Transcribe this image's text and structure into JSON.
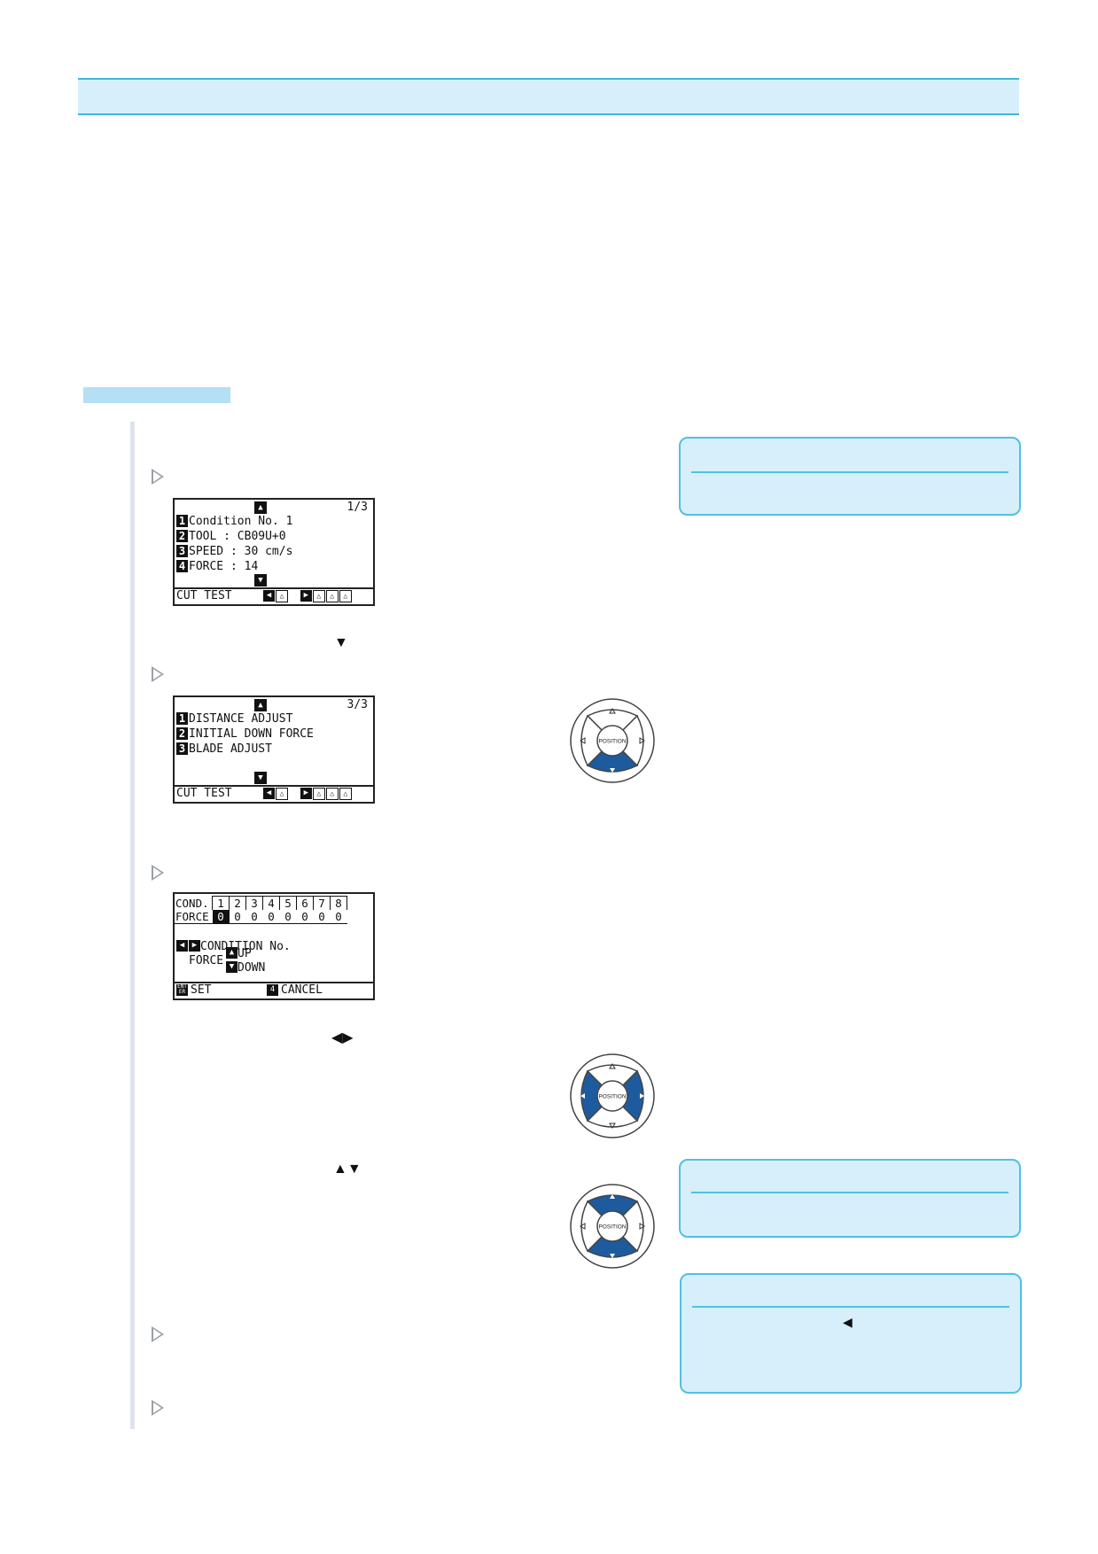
{
  "screen1": {
    "page": "1/3",
    "lines": [
      {
        "num": "1",
        "text": "Condition No. 1"
      },
      {
        "num": "2",
        "text": "TOOL  : CB09U+0"
      },
      {
        "num": "3",
        "text": "SPEED : 30 cm/s"
      },
      {
        "num": "4",
        "text": "FORCE : 14"
      }
    ],
    "bar_label": "CUT TEST"
  },
  "screen2": {
    "page": "3/3",
    "lines": [
      {
        "num": "1",
        "text": "DISTANCE ADJUST"
      },
      {
        "num": "2",
        "text": "INITIAL DOWN FORCE"
      },
      {
        "num": "3",
        "text": "BLADE ADJUST"
      }
    ],
    "bar_label": "CUT TEST"
  },
  "screen3": {
    "cond_label": "COND.",
    "force_label": "FORCE",
    "conditions": [
      "1",
      "2",
      "3",
      "4",
      "5",
      "6",
      "7",
      "8"
    ],
    "values": [
      "0",
      "0",
      "0",
      "0",
      "0",
      "0",
      "0",
      "0"
    ],
    "condition_no_label": "CONDITION No.",
    "force_side_label": "FORCE",
    "up_label": "UP",
    "down_label": "DOWN",
    "enter_label": "ENT ER",
    "set_label": "SET",
    "cancel_num": "4",
    "cancel_label": "CANCEL"
  },
  "pad_label": "POSITION",
  "glyphs": {
    "down": "▼",
    "left_right": "◀▶",
    "up_down": "▲▼",
    "left": "◀"
  },
  "colors": {
    "header_fill": "#d6effb",
    "accent": "#3fb8da",
    "pad_highlight": "#1d5b9e"
  }
}
